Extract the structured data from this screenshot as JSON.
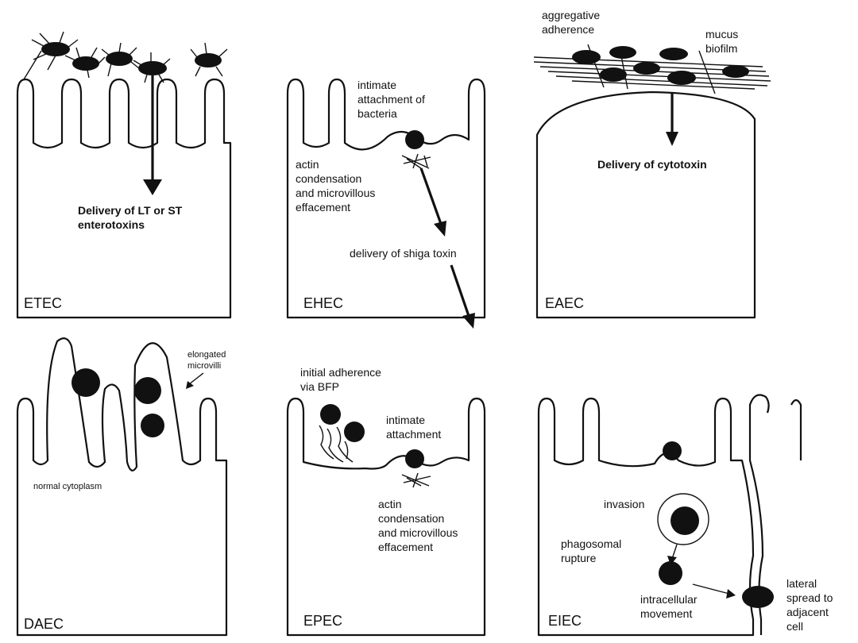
{
  "panels": {
    "etec": {
      "name": "ETEC",
      "delivery_line1": "Delivery of LT or ST",
      "delivery_line2": "enterotoxins"
    },
    "ehec": {
      "name": "EHEC",
      "attach_line1": "intimate",
      "attach_line2": "attachment of",
      "attach_line3": "bacteria",
      "actin_line1": "actin",
      "actin_line2": "condensation",
      "actin_line3": "and microvillous",
      "actin_line4": "effacement",
      "delivery": "delivery of shiga toxin"
    },
    "eaec": {
      "name": "EAEC",
      "adherence_line1": "aggregative",
      "adherence_line2": "adherence",
      "mucus_line1": "mucus",
      "mucus_line2": "biofilm",
      "delivery": "Delivery of cytotoxin"
    },
    "daec": {
      "name": "DAEC",
      "elongated_line1": "elongated",
      "elongated_line2": "microvilli",
      "cytoplasm": "normal cytoplasm"
    },
    "epec": {
      "name": "EPEC",
      "initial_line1": "initial adherence",
      "initial_line2": "via BFP",
      "intimate_line1": "intimate",
      "intimate_line2": "attachment",
      "actin_line1": "actin",
      "actin_line2": "condensation",
      "actin_line3": "and microvillous",
      "actin_line4": "effacement"
    },
    "eiec": {
      "name": "EIEC",
      "invasion": "invasion",
      "phago_line1": "phagosomal",
      "phago_line2": "rupture",
      "intra_line1": "intracellular",
      "intra_line2": "movement",
      "lateral_line1": "lateral",
      "lateral_line2": "spread to",
      "lateral_line3": "adjacent",
      "lateral_line4": "cell"
    }
  }
}
